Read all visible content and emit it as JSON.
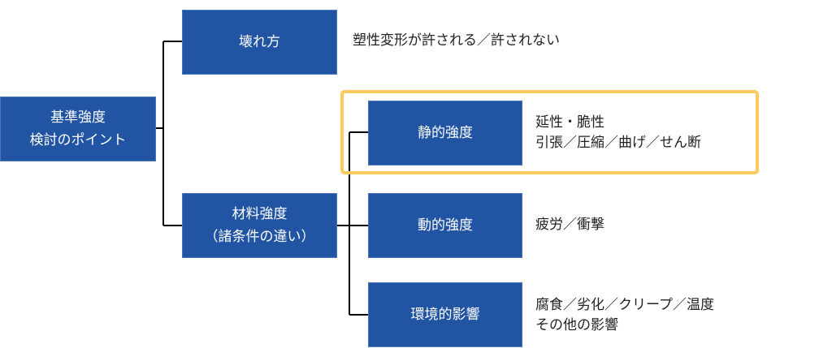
{
  "root": {
    "line1": "基準強度",
    "line2": "検討のポイント"
  },
  "branches": [
    {
      "label": "壊れ方",
      "description": "塑性変形が許される／許されない"
    },
    {
      "line1": "材料強度",
      "line2": "（諸条件の違い）"
    }
  ],
  "sub_branches": [
    {
      "label": "静的強度",
      "desc1": "延性・脆性",
      "desc2": "引張／圧縮／曲げ／せん断",
      "highlighted": true
    },
    {
      "label": "動的強度",
      "desc1": "疲労／衝撃"
    },
    {
      "label": "環境的影響",
      "desc1": "腐食／劣化／クリープ／温度",
      "desc2": "その他の影響"
    }
  ],
  "colors": {
    "box": "#2155A3",
    "highlight": "#FFC95E",
    "connector": "#000000"
  }
}
